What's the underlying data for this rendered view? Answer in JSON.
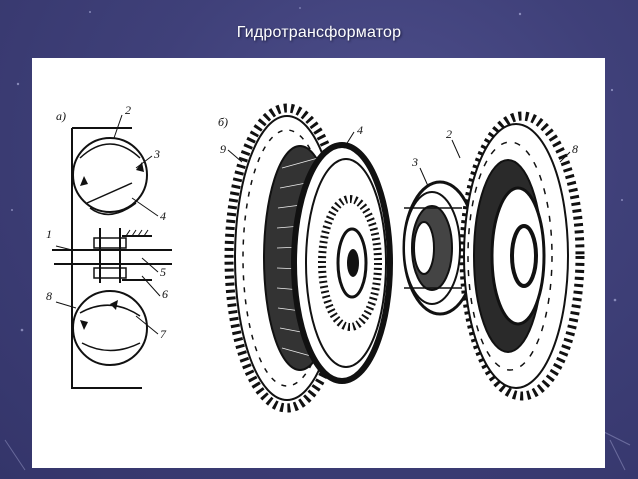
{
  "slide": {
    "title": "Гидротрансформатор"
  },
  "figure": {
    "part_a_label": "а)",
    "part_b_label": "б)",
    "schematic_labels": [
      "2",
      "3",
      "4",
      "1",
      "5",
      "8",
      "6",
      "7"
    ],
    "exploded_labels": [
      "9",
      "4",
      "2",
      "3",
      "8"
    ]
  },
  "colors": {
    "background": "#3f4079",
    "panel": "#ffffff",
    "ink": "#111111",
    "title_text": "#ffffff"
  }
}
